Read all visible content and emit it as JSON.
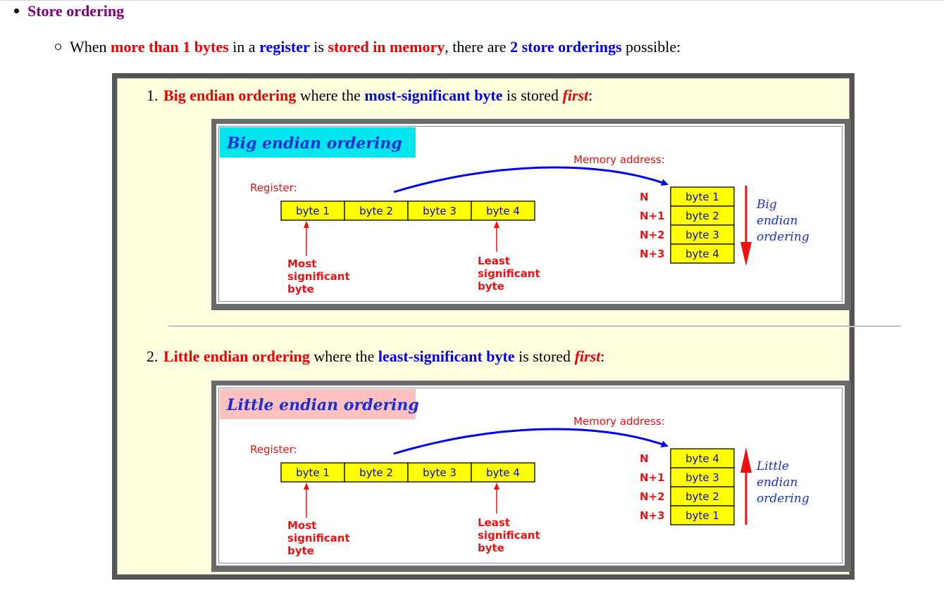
{
  "heading": {
    "label": "Store ordering"
  },
  "intro": {
    "p1": "When ",
    "e1": "more than 1 bytes",
    "p2": " in a ",
    "e2": "register",
    "p3": " is ",
    "e3": "stored in memory",
    "p4": ", there are ",
    "e4": "2 store orderings",
    "p5": " possible:"
  },
  "items": [
    {
      "number": "1.",
      "name": "Big endian ordering",
      "mid": " where the ",
      "sig": "most-significant byte",
      "tail": " is stored ",
      "first": "first",
      "colon": ":",
      "figure": {
        "title": "Big endian ordering",
        "title_bg": "#00e5ee",
        "register_label": "Register:",
        "memory_label": "Memory address:",
        "register_bytes": [
          "byte 1",
          "byte 2",
          "byte 3",
          "byte 4"
        ],
        "addresses": [
          "N",
          "N+1",
          "N+2",
          "N+3"
        ],
        "memory_bytes": [
          "byte 1",
          "byte 2",
          "byte 3",
          "byte 4"
        ],
        "msb_lines": [
          "Most",
          "significant",
          "byte"
        ],
        "lsb_lines": [
          "Least",
          "significant",
          "byte"
        ],
        "order_lines": [
          "Big",
          "endian",
          "ordering"
        ],
        "arrow_direction": "down"
      }
    },
    {
      "number": "2.",
      "name": "Little endian ordering",
      "mid": " where the ",
      "sig": "least-significant byte",
      "tail": " is stored ",
      "first": "first",
      "colon": ":",
      "figure": {
        "title": "Little endian ordering",
        "title_bg": "#ffc0c0",
        "register_label": "Register:",
        "memory_label": "Memory address:",
        "register_bytes": [
          "byte 1",
          "byte 2",
          "byte 3",
          "byte 4"
        ],
        "addresses": [
          "N",
          "N+1",
          "N+2",
          "N+3"
        ],
        "memory_bytes": [
          "byte 4",
          "byte 3",
          "byte 2",
          "byte 1"
        ],
        "msb_lines": [
          "Most",
          "significant",
          "byte"
        ],
        "lsb_lines": [
          "Least",
          "significant",
          "byte"
        ],
        "order_lines": [
          "Little",
          "endian",
          "ordering"
        ],
        "arrow_direction": "up"
      }
    }
  ],
  "colors": {
    "cell_fill": "#ffff00",
    "accent_red": "#ee0000",
    "accent_blue": "#0000ee",
    "panel_bg": "#ffffe0"
  }
}
